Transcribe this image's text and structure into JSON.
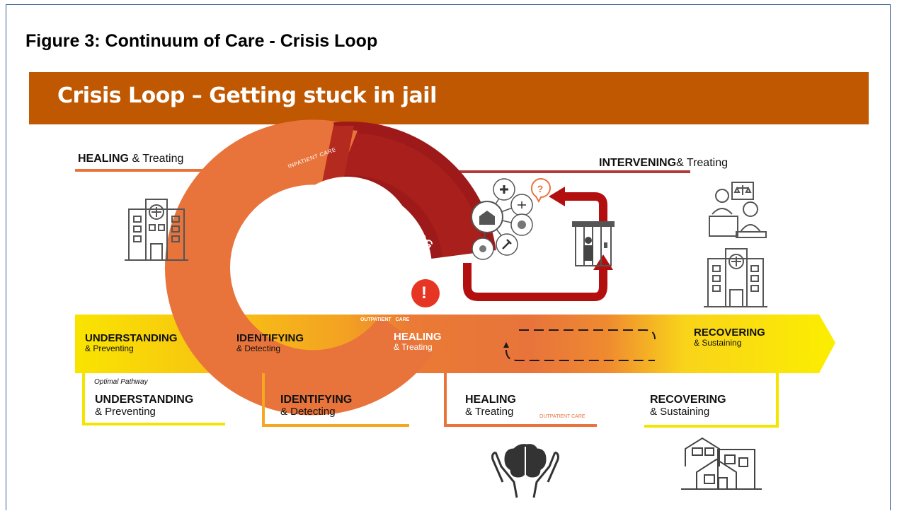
{
  "figure_title": "Figure 3: Continuum of Care - Crisis Loop",
  "banner_title": "Crisis Loop – Getting stuck in jail",
  "top_left_label": {
    "bold": "HEALING",
    "rest": " & Treating"
  },
  "top_right_label": {
    "bold": "INTERVENING",
    "rest": "& Treating"
  },
  "ring": {
    "inpatient": "INPATIENT CARE",
    "intervening": "INTERVENING",
    "healing_bold": "HEALING",
    "healing_sub": "& Treating",
    "crisis": "Crisis",
    "alert": "!",
    "outpatient": "OUTPATIENT   CARE"
  },
  "arrow_stages": [
    {
      "bold": "UNDERSTANDING",
      "sub": "& Preventing"
    },
    {
      "bold": "IDENTIFYING",
      "sub": "& Detecting"
    },
    {
      "bold": "HEALING",
      "sub": "& Treating"
    },
    {
      "bold": "RECOVERING",
      "sub": "& Sustaining"
    }
  ],
  "optimal_pathway": {
    "caption": "Optimal Pathway",
    "stages": [
      {
        "bold": "UNDERSTANDING",
        "sub": "& Preventing",
        "color": "#f3e500"
      },
      {
        "bold": "IDENTIFYING",
        "sub": "& Detecting",
        "color": "#f5a623"
      },
      {
        "bold": "HEALING",
        "sub": "& Treating",
        "color": "#e8743b"
      },
      {
        "bold": "RECOVERING",
        "sub": "& Sustaining",
        "color": "#f3e500"
      }
    ],
    "outpatient_tag": "OUTPATIENT CARE"
  },
  "colors": {
    "banner": "#c05701",
    "dark_red": "#9e1a1a",
    "orange": "#e8743b",
    "yellow": "#f6e500",
    "alert_red": "#e63522"
  },
  "icons": [
    "hospital-icon",
    "court-icon",
    "jail-cell-icon",
    "services-network-icon",
    "question-bubble-icon",
    "hands-brain-icon",
    "houses-icon"
  ]
}
